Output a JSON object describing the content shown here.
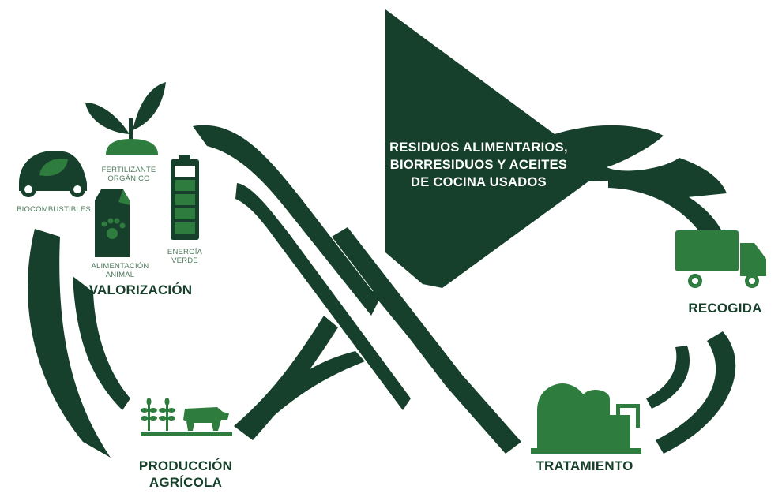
{
  "colors": {
    "dark_green": "#17402c",
    "mid_green": "#2f7d3e",
    "light_green": "#4f7a5d",
    "background": "#ffffff"
  },
  "main_label": "RESIDUOS ALIMENTARIOS,\nBIORRESIDUOS Y ACEITES\nDE COCINA USADOS",
  "stages": {
    "recogida": "RECOGIDA",
    "tratamiento": "TRATAMIENTO",
    "produccion": "PRODUCCIÓN\nAGRÍCOLA",
    "valorizacion": "VALORIZACIÓN"
  },
  "products": {
    "biocombustibles": "BIOCOMBUSTIBLES",
    "fertilizante": "FERTILIZANTE\nORGÁNICO",
    "alimentacion": "ALIMENTACIÓN\nANIMAL",
    "energia": "ENERGÍA\nVERDE"
  },
  "icons": [
    "truck-icon",
    "biogas-plant-icon",
    "crops-cow-icon",
    "electric-car-leaf-icon",
    "sprout-icon",
    "feed-bag-paw-icon",
    "battery-icon"
  ]
}
